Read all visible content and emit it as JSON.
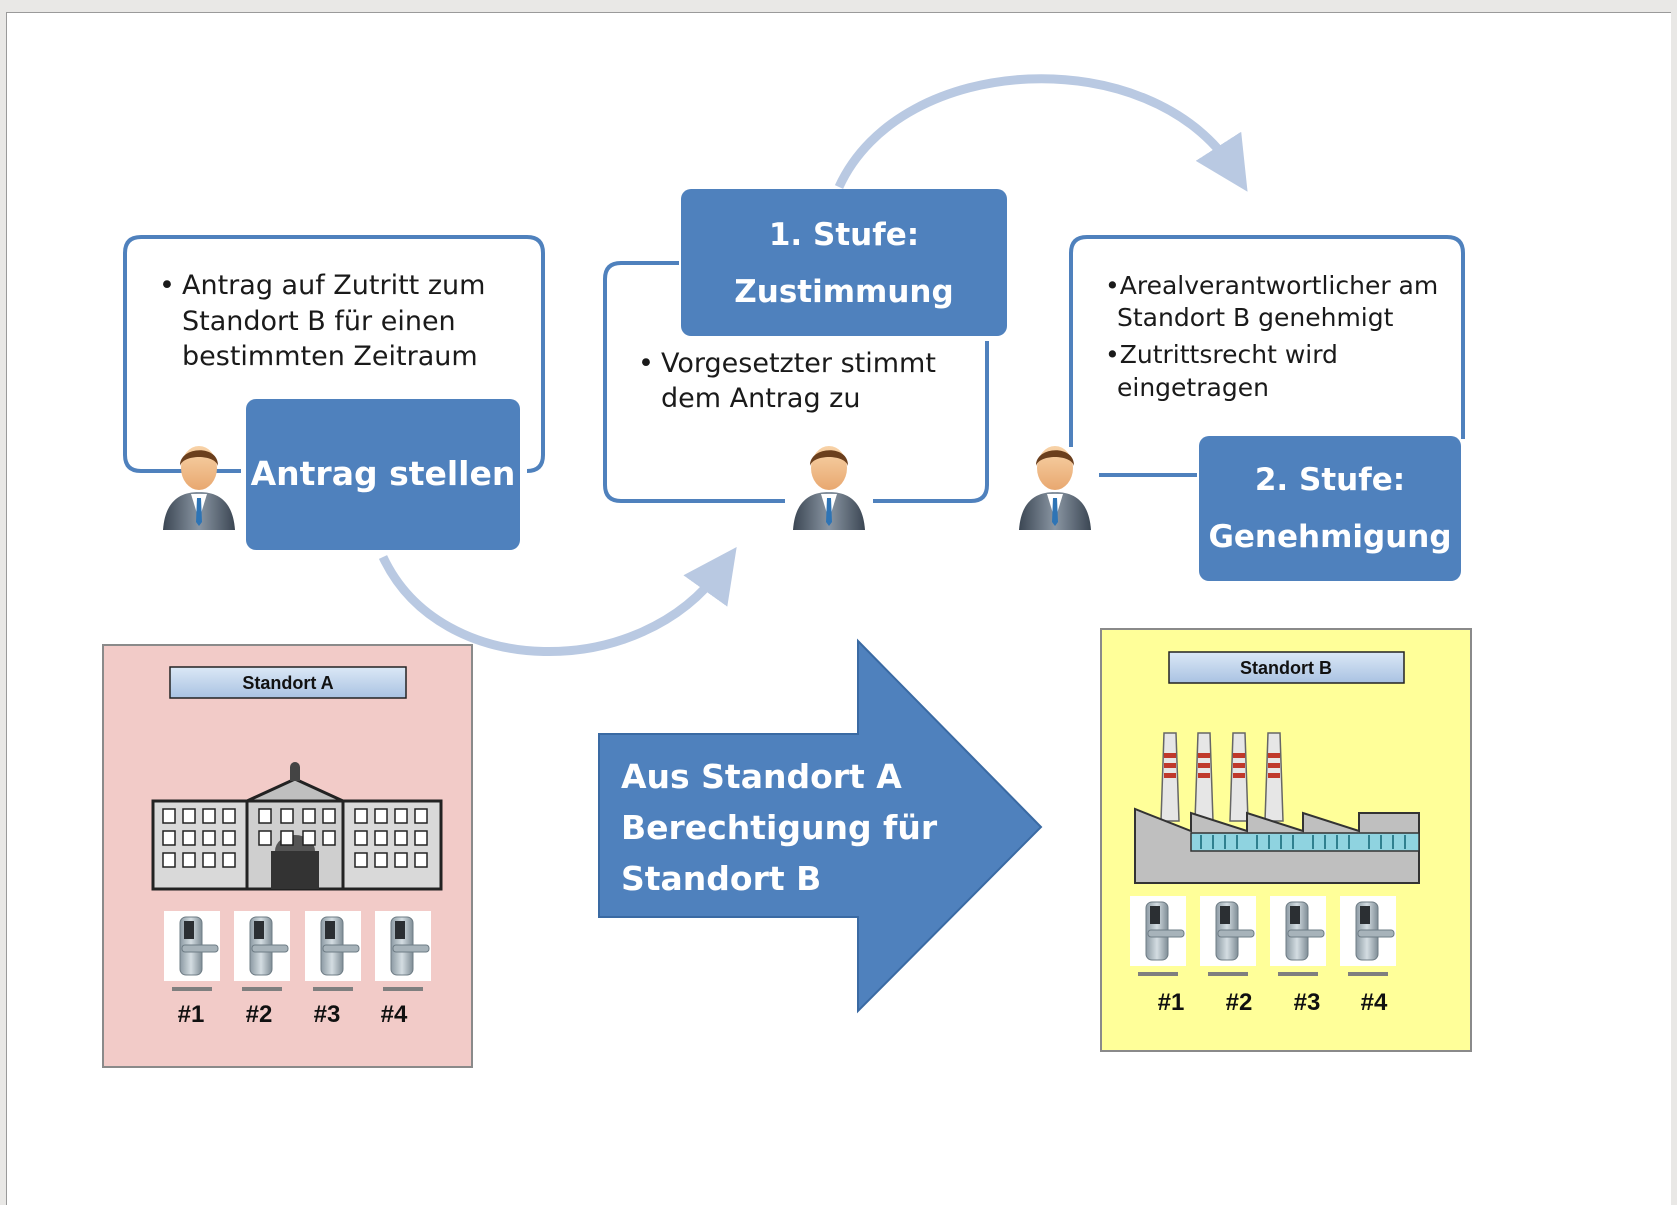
{
  "steps": [
    {
      "title": "Antrag stellen",
      "bullets": [
        "Antrag auf Zutritt zum",
        "Standort B für einen",
        "bestimmten Zeitraum"
      ]
    },
    {
      "title_line1": "1. Stufe:",
      "title_line2": "Zustimmung",
      "bullets": [
        "Vorgesetzter stimmt",
        "dem Antrag zu"
      ]
    },
    {
      "title_line1": "2. Stufe:",
      "title_line2": "Genehmigung",
      "bullets": [
        "•Arealverantwortlicher am",
        "Standort B genehmigt",
        "•Zutrittsrecht wird",
        "eingetragen"
      ]
    }
  ],
  "arrow": {
    "lines": [
      "Aus Standort A",
      "Berechtigung für",
      "Standort B"
    ]
  },
  "site_a": {
    "label": "Standort A",
    "doors": [
      "#1",
      "#2",
      "#3",
      "#4"
    ]
  },
  "site_b": {
    "label": "Standort B",
    "doors": [
      "#1",
      "#2",
      "#3",
      "#4"
    ]
  },
  "colors": {
    "box_fill": "#4f81bd",
    "box_border": "#4f81bd",
    "curve_arrow": "#b9c9e2",
    "site_a_bg": "#f2cbc8",
    "site_b_bg": "#ffff99",
    "label_bar": "#c6d9f1"
  }
}
